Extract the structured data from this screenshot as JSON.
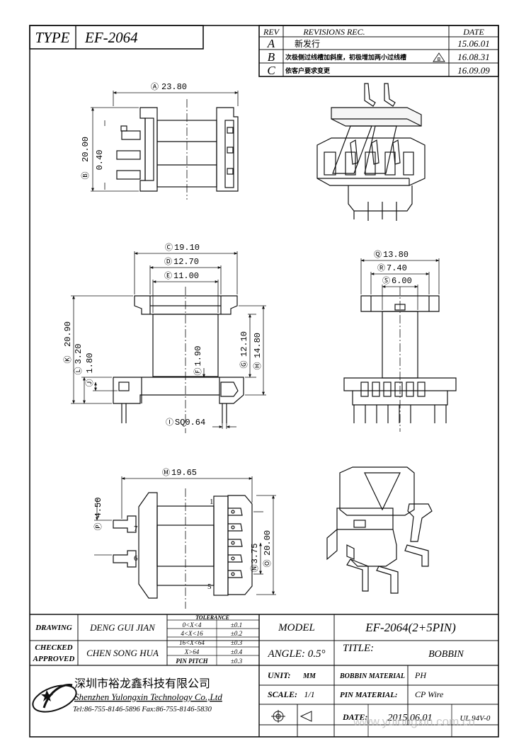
{
  "header": {
    "type_label": "TYPE",
    "type_value": "EF-2064"
  },
  "revisions": {
    "headers": [
      "REV",
      "REVISIONS REC.",
      "DATE"
    ],
    "rows": [
      {
        "rev": "A",
        "desc": "新发行",
        "date": "15.06.01"
      },
      {
        "rev": "B",
        "desc": "次极侧过线槽加斜度，初极增加两小过线槽",
        "mark": "B",
        "date": "16.08.31"
      },
      {
        "rev": "C",
        "desc": "依客户要求变更",
        "date": "16.09.09"
      }
    ]
  },
  "dimensions": {
    "A": "23.80",
    "B": "20.00",
    "gap": "0.40",
    "C": "19.10",
    "D": "12.70",
    "E": "11.00",
    "K": "20.90",
    "L": "3.20",
    "J": "1.80",
    "F": "1.90",
    "G": "12.10",
    "H": "14.80",
    "I": "SQ0.64",
    "Q": "13.80",
    "R": "7.40",
    "S": "6.00",
    "M": "19.65",
    "P": "4.50",
    "N": "3.75",
    "O": "20.00"
  },
  "bottom_view_pins": [
    "1",
    "7",
    "6",
    "5"
  ],
  "title_block": {
    "drawing_label": "DRAWING",
    "drawing_name": "DENG GUI JIAN",
    "checked_label": "CHECKED",
    "approved_label": "APPROVED",
    "checked_name": "CHEN SONG HUA",
    "tolerance_title": "TOLERANCE",
    "tolerance_rows": [
      {
        "range": "0<X<4",
        "tol": "±0.1"
      },
      {
        "range": "4<X<16",
        "tol": "±0.2"
      },
      {
        "range": "16<X<64",
        "tol": "±0.3"
      },
      {
        "range": "X>64",
        "tol": "±0.4"
      },
      {
        "range": "PIN PITCH",
        "tol": "±0.3"
      }
    ],
    "model_label": "MODEL",
    "model_value": "EF-2064(2+5PIN)",
    "angle_text": "ANGLE: 0.5°",
    "title_label": "TITLE:",
    "title_value": "BOBBIN",
    "unit_label": "UNIT:",
    "unit_value": "MM",
    "scale_label": "SCALE:",
    "scale_value": "1/1",
    "bobbin_material_label": "BOBBIN MATERIAL",
    "bobbin_material_value": "PH",
    "pin_material_label": "PIN MATERIAL:",
    "pin_material_value": "CP Wire",
    "date_label": "DATE:",
    "date_value": "2015.06.01",
    "ul_value": "UL 94V-0",
    "company_cn": "深圳市裕龙鑫科技有限公司",
    "company_en": "Shenzhen Yulongxin Technology Co.,Ltd",
    "contact": "Tel:86-755-8146-5896  Fax:86-755-8146-5830",
    "watermark": "www.yulongxin.com.cn"
  }
}
